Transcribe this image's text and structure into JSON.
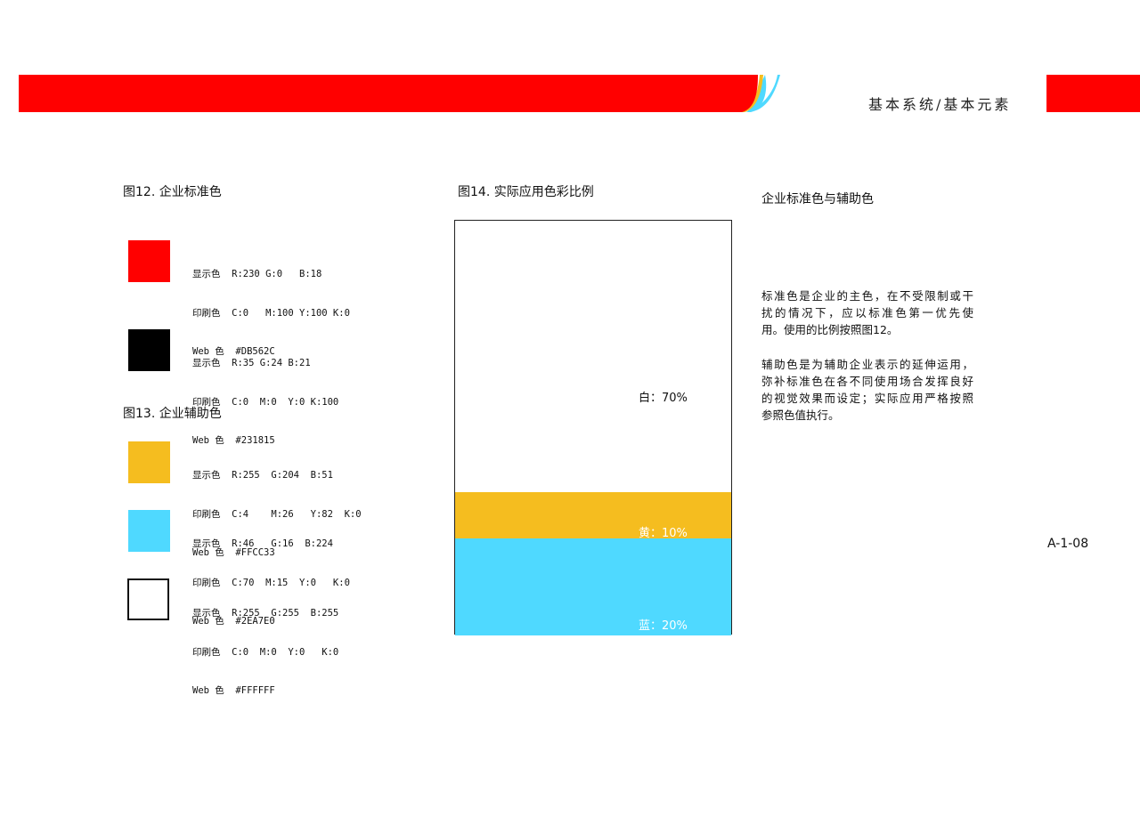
{
  "header": {
    "section_title": "基本系统/基本元素",
    "brand_red": "#FF0000",
    "accent_yellow": "#F5BD1F",
    "accent_cyan": "#4FD9FF"
  },
  "fig12": {
    "title": "图12. 企业标准色",
    "colors": [
      {
        "swatch": "#FF0000",
        "display": "显示色  R:230 G:0   B:18",
        "print": "印刷色  C:0   M:100 Y:100 K:0",
        "web": "Web 色  #DB562C"
      },
      {
        "swatch": "#000000",
        "display": "显示色  R:35 G:24 B:21",
        "print": "印刷色  C:0  M:0  Y:0 K:100",
        "web": "Web 色  #231815"
      }
    ]
  },
  "fig13": {
    "title": "图13. 企业辅助色",
    "colors": [
      {
        "swatch": "#F5BD1F",
        "display": "显示色  R:255  G:204  B:51",
        "print": "印刷色  C:4    M:26   Y:82  K:0",
        "web": "Web 色  #FFCC33"
      },
      {
        "swatch": "#4FD9FF",
        "display": "显示色  R:46   G:16  B:224",
        "print": "印刷色  C:70  M:15  Y:0   K:0",
        "web": "Web 色  #2EA7E0"
      },
      {
        "swatch": "#FFFFFF",
        "display": "显示色  R:255  G:255  B:255",
        "print": "印刷色  C:0  M:0  Y:0   K:0",
        "web": "Web 色  #FFFFFF"
      }
    ]
  },
  "fig14": {
    "title": "图14. 实际应用色彩比例",
    "segments": [
      {
        "label": "白：70%",
        "percent": 70,
        "color": "#FFFFFF",
        "text_color": "#111111"
      },
      {
        "label": "黄：10%",
        "percent": 10,
        "color": "#F5BD1F",
        "text_color": "#FFFFFF"
      },
      {
        "label": "蓝：20%",
        "percent": 20,
        "color": "#4FD9FF",
        "text_color": "#FFFFFF"
      }
    ]
  },
  "description": {
    "title": "企业标准色与辅助色",
    "para1": [
      "标准色是企业的主色，在不受限制或干",
      "扰的情况下，应以标准色第一优先使",
      "用。使用的比例按照图12。"
    ],
    "para2": [
      "辅助色是为辅助企业表示的延伸运用，",
      "弥补标准色在各不同使用场合发挥良好",
      "的视觉效果而设定；实际应用严格按照",
      "参照色值执行。"
    ]
  },
  "page_code": "A-1-08"
}
